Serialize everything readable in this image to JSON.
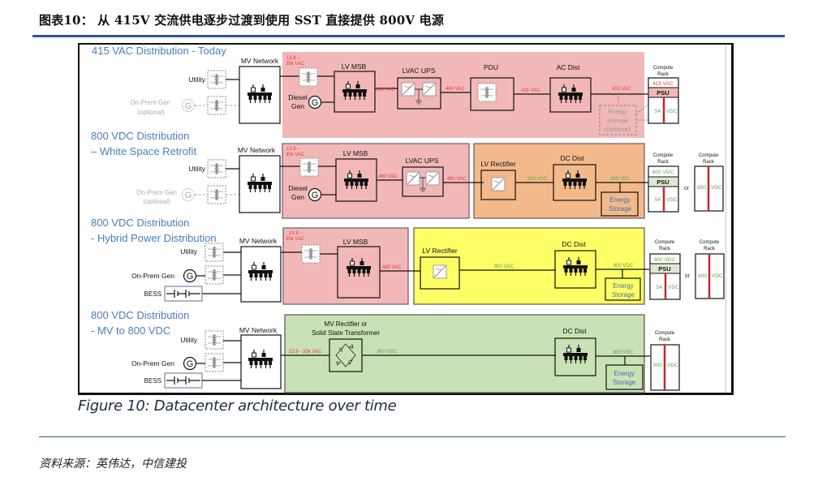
{
  "header": {
    "title": "图表10：  从 415V 交流供电逐步过渡到使用 SST 直接提供 800V 电源"
  },
  "figure": {
    "caption": "Figure 10: Datacenter architecture over time",
    "source": "资料来源：英伟达，中信建投",
    "colors": {
      "title_blue": "#4a7cc0",
      "pink_zone": "#f2b8b8",
      "orange_zone": "#f4b98a",
      "yellow_zone": "#ffff66",
      "green_zone": "#c9e1b4",
      "ac_label": "#e83a3a",
      "dc_label": "#5aa64a",
      "rack_bar": "#c0282d"
    },
    "rows": [
      {
        "title_line1": "415 VAC Distribution - Today",
        "title_line2": "",
        "mv_network": "MV Network",
        "utility": "Utility",
        "onprem": "On-Prem Gen",
        "onprem_sub": "(optional)",
        "mv_voltage": "13.8 –",
        "mv_voltage2": "35k VAC",
        "diesel": "Diesel",
        "diesel2": "Gen",
        "lv_msb": "LV MSB",
        "v1": "480 VAC",
        "ups": "LVAC UPS",
        "v2": "480 VAC",
        "pdu": "PDU",
        "v3": "415 VAC",
        "acdist": "AC Dist",
        "v4": "415 VAC",
        "storage": [
          "Energy",
          "Storage",
          "(Optional)"
        ],
        "rack": {
          "title1": "Compute",
          "title2": "Rack",
          "in": "415 VAC",
          "psu": "PSU",
          "out_a": "54",
          "out_b": "VDC"
        }
      },
      {
        "title_line1": "800 VDC Distribution",
        "title_line2": "– White Space Retrofit",
        "mv_network": "MV Network",
        "utility": "Utility",
        "onprem": "On-Prem Gen",
        "onprem_sub": "(optional)",
        "mv_voltage": "13.8 –",
        "mv_voltage2": "35k VAC",
        "diesel": "Diesel",
        "diesel2": "Gen",
        "lv_msb": "LV MSB",
        "v1": "480 VAC",
        "ups": "LVAC UPS",
        "v2": "480 VAC",
        "rectifier": "LV Rectifier",
        "v3": "800 VDC",
        "dcdist": "DC Dist",
        "v4": "800 VDC",
        "storage": [
          "Energy",
          "Storage"
        ],
        "rack": {
          "title1": "Compute",
          "title2": "Rack",
          "in": "800 VDC",
          "psu": "PSU",
          "out_a": "54",
          "out_b": "VDC"
        },
        "or": "or",
        "rack2": {
          "title1": "Compute",
          "title2": "Rack",
          "a": "800",
          "b": "VDC"
        }
      },
      {
        "title_line1": "800 VDC Distribution",
        "title_line2": "- Hybrid Power Distribution",
        "mv_network": "MV Network",
        "utility": "Utility",
        "onprem": "On-Prem Gen",
        "bess": "BESS",
        "mv_voltage": "13.8 –",
        "mv_voltage2": "35k VAC",
        "lv_msb": "LV MSB",
        "v1": "480 VAC",
        "rectifier": "LV Rectifier",
        "v2": "800 VDC",
        "dcdist": "DC Dist",
        "v3": "800 VDC",
        "storage": [
          "Energy",
          "Storage"
        ],
        "rack": {
          "title1": "Compute",
          "title2": "Rack",
          "in": "800 VDC",
          "psu": "PSU",
          "out_a": "54",
          "out_b": "VDC"
        },
        "or": "or",
        "rack2": {
          "title1": "Compute",
          "title2": "Rack",
          "a": "800",
          "b": "VDC"
        }
      },
      {
        "title_line1": "800 VDC Distribution",
        "title_line2": "- MV to 800 VDC",
        "mv_network": "MV Network",
        "utility": "Utility",
        "onprem": "On-Prem Gen",
        "bess": "BESS",
        "sst1": "MV Rectifier or",
        "sst2": "Solid State Transformer",
        "v1": "13.8 - 35k VAC",
        "v2": "800 VDC",
        "dcdist": "DC Dist",
        "v3": "800 VDC",
        "storage": [
          "Energy",
          "Storage"
        ],
        "rack2": {
          "title1": "Compute",
          "title2": "Rack",
          "a": "800",
          "b": "VDC"
        }
      }
    ]
  }
}
